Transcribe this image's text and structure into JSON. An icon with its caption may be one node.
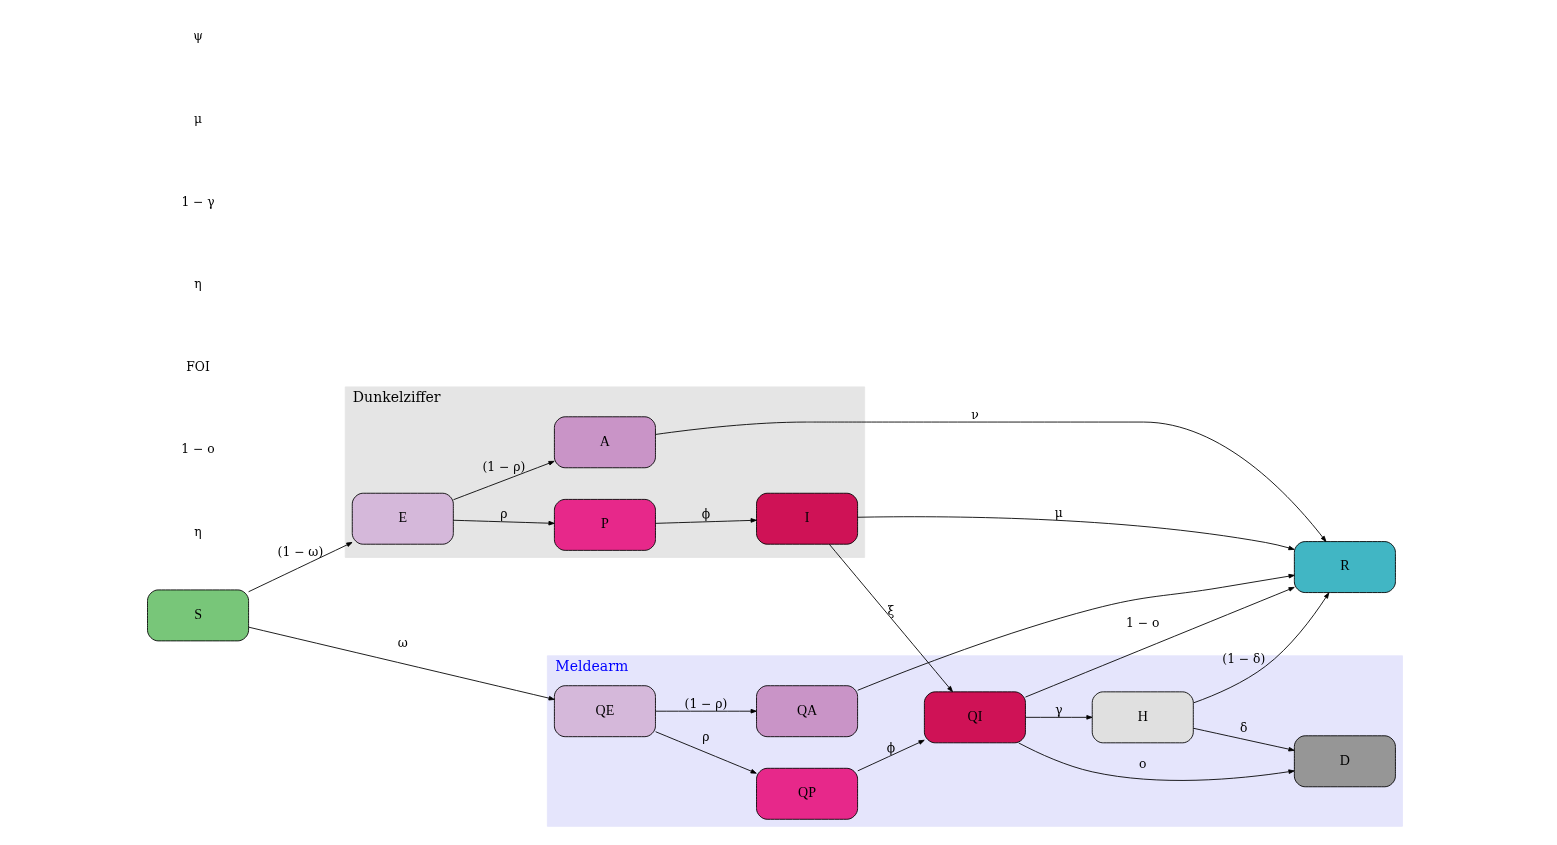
{
  "diagram": {
    "nodes": [
      {
        "text": [
          "Dunkelziffer"
        ]
      },
      {
        "text": [
          "P"
        ],
        "in": 0
      },
      {
        "text": [
          "I"
        ],
        "in": 0
      },
      {
        "text": [
          "E"
        ],
        "in": 0
      },
      {
        "text": [
          "A"
        ],
        "in": 0
      },
      {
        "text": [
          "S"
        ]
      },
      {
        "text": [
          "R"
        ]
      },
      {
        "text": [
          "Meldearm"
        ]
      },
      {
        "text": [
          "QA"
        ],
        "in": 7
      },
      {
        "text": [
          "QE"
        ],
        "in": 7
      },
      {
        "text": [
          "D"
        ],
        "in": 7
      },
      {
        "text": [
          "QP"
        ],
        "in": 7
      },
      {
        "text": [
          "QI"
        ],
        "in": 7
      },
      {
        "text": [
          "H"
        ],
        "in": 7
      }
    ],
    "edges": [
      {
        "from": 1,
        "to": 2,
        "arrow": "to",
        "label": "ϕ"
      },
      {
        "from": 2,
        "to": 6,
        "arrow": "to",
        "label": "μ"
      },
      {
        "from": 3,
        "to": 1,
        "arrow": "to",
        "label": "ρ"
      },
      {
        "from": 3,
        "to": 4,
        "arrow": "to",
        "label": "(1 − ρ)"
      },
      {
        "from": 2,
        "to": 12,
        "arrow": "to",
        "label": "ξ"
      },
      {
        "from": 5,
        "to": 3,
        "arrow": "to",
        "label": "(1 − ω)"
      },
      {
        "from": 5,
        "to": 9,
        "arrow": "to",
        "label": "ω"
      },
      {
        "from": 4,
        "to": 6,
        "arrow": "to",
        "label": "ν"
      },
      {
        "from": 8,
        "to": 6,
        "arrow": "to"
      },
      {
        "from": 9,
        "to": 8,
        "arrow": "to",
        "label": "(1 − ρ)"
      },
      {
        "from": 9,
        "to": 11,
        "arrow": "to",
        "label": "ρ"
      },
      {
        "from": 11,
        "to": 12,
        "arrow": "to",
        "label": "ϕ"
      },
      {
        "from": 12,
        "to": 6,
        "arrow": "to",
        "label": "1 − o"
      },
      {
        "from": 12,
        "to": 10,
        "arrow": "to",
        "label": "o"
      },
      {
        "from": 12,
        "to": 13,
        "arrow": "to",
        "label": "γ"
      },
      {
        "from": 13,
        "to": 10,
        "arrow": "to",
        "label": "δ"
      },
      {
        "from": 13,
        "to": 6,
        "arrow": "to",
        "label": "(1 − δ)"
      }
    ],
    "labels": [
      "η",
      "1 − o",
      "FOI",
      "η",
      "1 − γ",
      "μ",
      "ψ"
    ]
  }
}
